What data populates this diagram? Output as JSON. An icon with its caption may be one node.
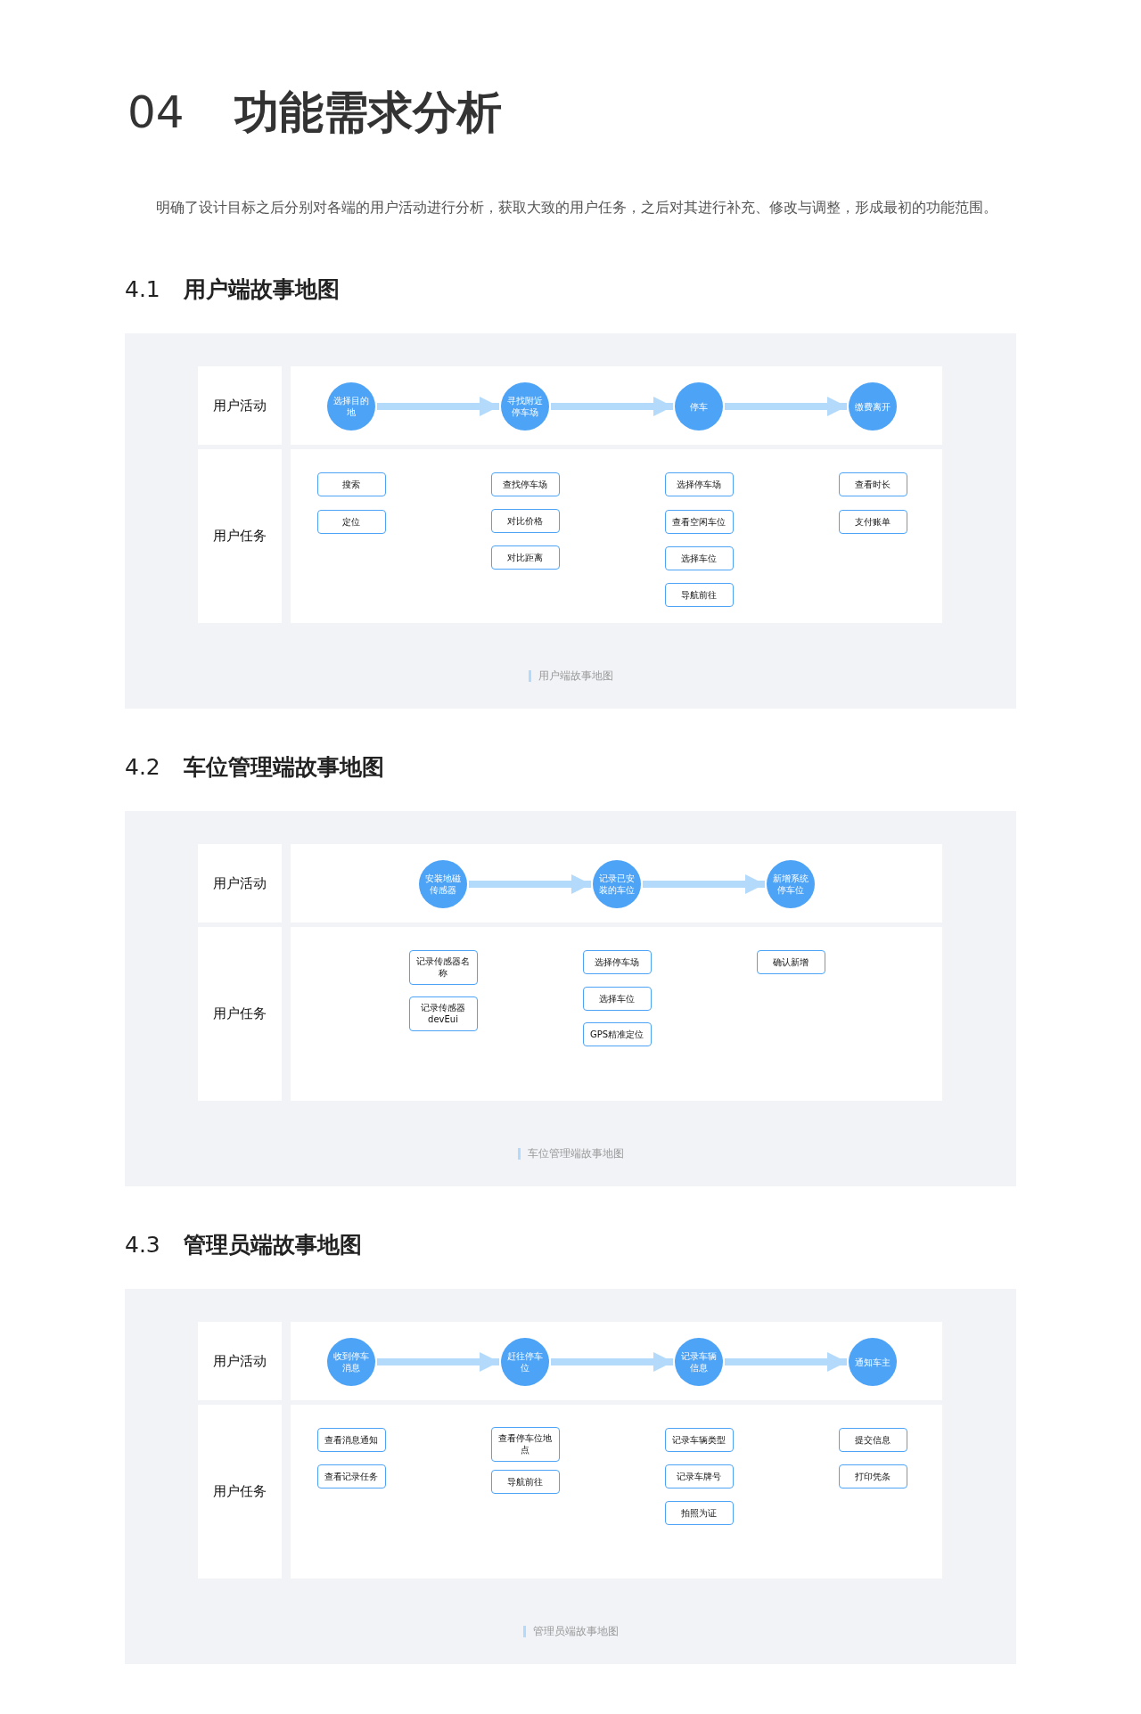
{
  "diagram": {
    "title": "04 **功能需求分析**",
    "labels": [
      "明确了设计目标之后分别对各端的用户活动进行分析，获取大致的用户任务，之后对其进行补充、修改与调整，形成最初的功能范围。",
      "4.1 **用户端故事地图**",
      "4.2 **车位管理端故事地图**",
      "4.3 **管理员端故事地图**"
    ],
    "nodes": [
      {
        "text": [
          "用户端故事地图"
        ]
      },
      {
        "text": [
          "用户活动"
        ],
        "in": 0
      },
      {
        "text": [
          "用户任务"
        ],
        "in": 0
      },
      {
        "text": [
          "选择目的地"
        ],
        "in": 0
      },
      {
        "text": [
          "寻找附近停车场"
        ],
        "in": 0
      },
      {
        "text": [
          "停车"
        ],
        "in": 0
      },
      {
        "text": [
          "缴费离开"
        ],
        "in": 0
      },
      {
        "text": [
          "搜索"
        ],
        "in": 0
      },
      {
        "text": [
          "定位"
        ],
        "in": 0
      },
      {
        "text": [
          "查找停车场"
        ],
        "in": 0
      },
      {
        "text": [
          "对比价格"
        ],
        "in": 0
      },
      {
        "text": [
          "对比距离"
        ],
        "in": 0
      },
      {
        "text": [
          "选择停车场"
        ],
        "in": 0
      },
      {
        "text": [
          "查看空闲车位"
        ],
        "in": 0
      },
      {
        "text": [
          "选择车位"
        ],
        "in": 0
      },
      {
        "text": [
          "导航前往"
        ],
        "in": 0
      },
      {
        "text": [
          "查看时长"
        ],
        "in": 0
      },
      {
        "text": [
          "支付账单"
        ],
        "in": 0
      },
      {
        "text": [
          "车位管理端故事地图"
        ]
      },
      {
        "text": [
          "用户活动"
        ],
        "in": 18
      },
      {
        "text": [
          "用户任务"
        ],
        "in": 18
      },
      {
        "text": [
          "安装地磁传感器"
        ],
        "in": 18
      },
      {
        "text": [
          "记录已安装的车位"
        ],
        "in": 18
      },
      {
        "text": [
          "新增系统停车位"
        ],
        "in": 18
      },
      {
        "text": [
          "记录传感器名称"
        ],
        "in": 18
      },
      {
        "text": [
          "记录传感器devEui"
        ],
        "in": 18
      },
      {
        "text": [
          "选择停车场"
        ],
        "in": 18
      },
      {
        "text": [
          "选择车位"
        ],
        "in": 18
      },
      {
        "text": [
          "GPS精准定位"
        ],
        "in": 18
      },
      {
        "text": [
          "确认新增"
        ],
        "in": 18
      },
      {
        "text": [
          "管理员端故事地图"
        ]
      },
      {
        "text": [
          "用户活动"
        ],
        "in": 30
      },
      {
        "text": [
          "用户任务"
        ],
        "in": 30
      },
      {
        "text": [
          "收到停车消息"
        ],
        "in": 30
      },
      {
        "text": [
          "赶往停车位"
        ],
        "in": 30
      },
      {
        "text": [
          "记录车辆信息"
        ],
        "in": 30
      },
      {
        "text": [
          "通知车主"
        ],
        "in": 30
      },
      {
        "text": [
          "查看消息通知"
        ],
        "in": 30
      },
      {
        "text": [
          "查看记录任务"
        ],
        "in": 30
      },
      {
        "text": [
          "查看停车位地点"
        ],
        "in": 30
      },
      {
        "text": [
          "导航前往"
        ],
        "in": 30
      },
      {
        "text": [
          "记录车辆类型"
        ],
        "in": 30
      },
      {
        "text": [
          "记录车牌号"
        ],
        "in": 30
      },
      {
        "text": [
          "拍照为证"
        ],
        "in": 30
      },
      {
        "text": [
          "提交信息"
        ],
        "in": 30
      },
      {
        "text": [
          "打印凭条"
        ],
        "in": 30
      }
    ],
    "edges": [
      {
        "from": 3,
        "to": 4,
        "arrow": "to"
      },
      {
        "from": 4,
        "to": 5,
        "arrow": "to"
      },
      {
        "from": 5,
        "to": 6,
        "arrow": "to"
      },
      {
        "from": 21,
        "to": 22,
        "arrow": "to"
      },
      {
        "from": 22,
        "to": 23,
        "arrow": "to"
      },
      {
        "from": 33,
        "to": 34,
        "arrow": "to"
      },
      {
        "from": 34,
        "to": 35,
        "arrow": "to"
      },
      {
        "from": 35,
        "to": 36,
        "arrow": "to"
      }
    ]
  }
}
